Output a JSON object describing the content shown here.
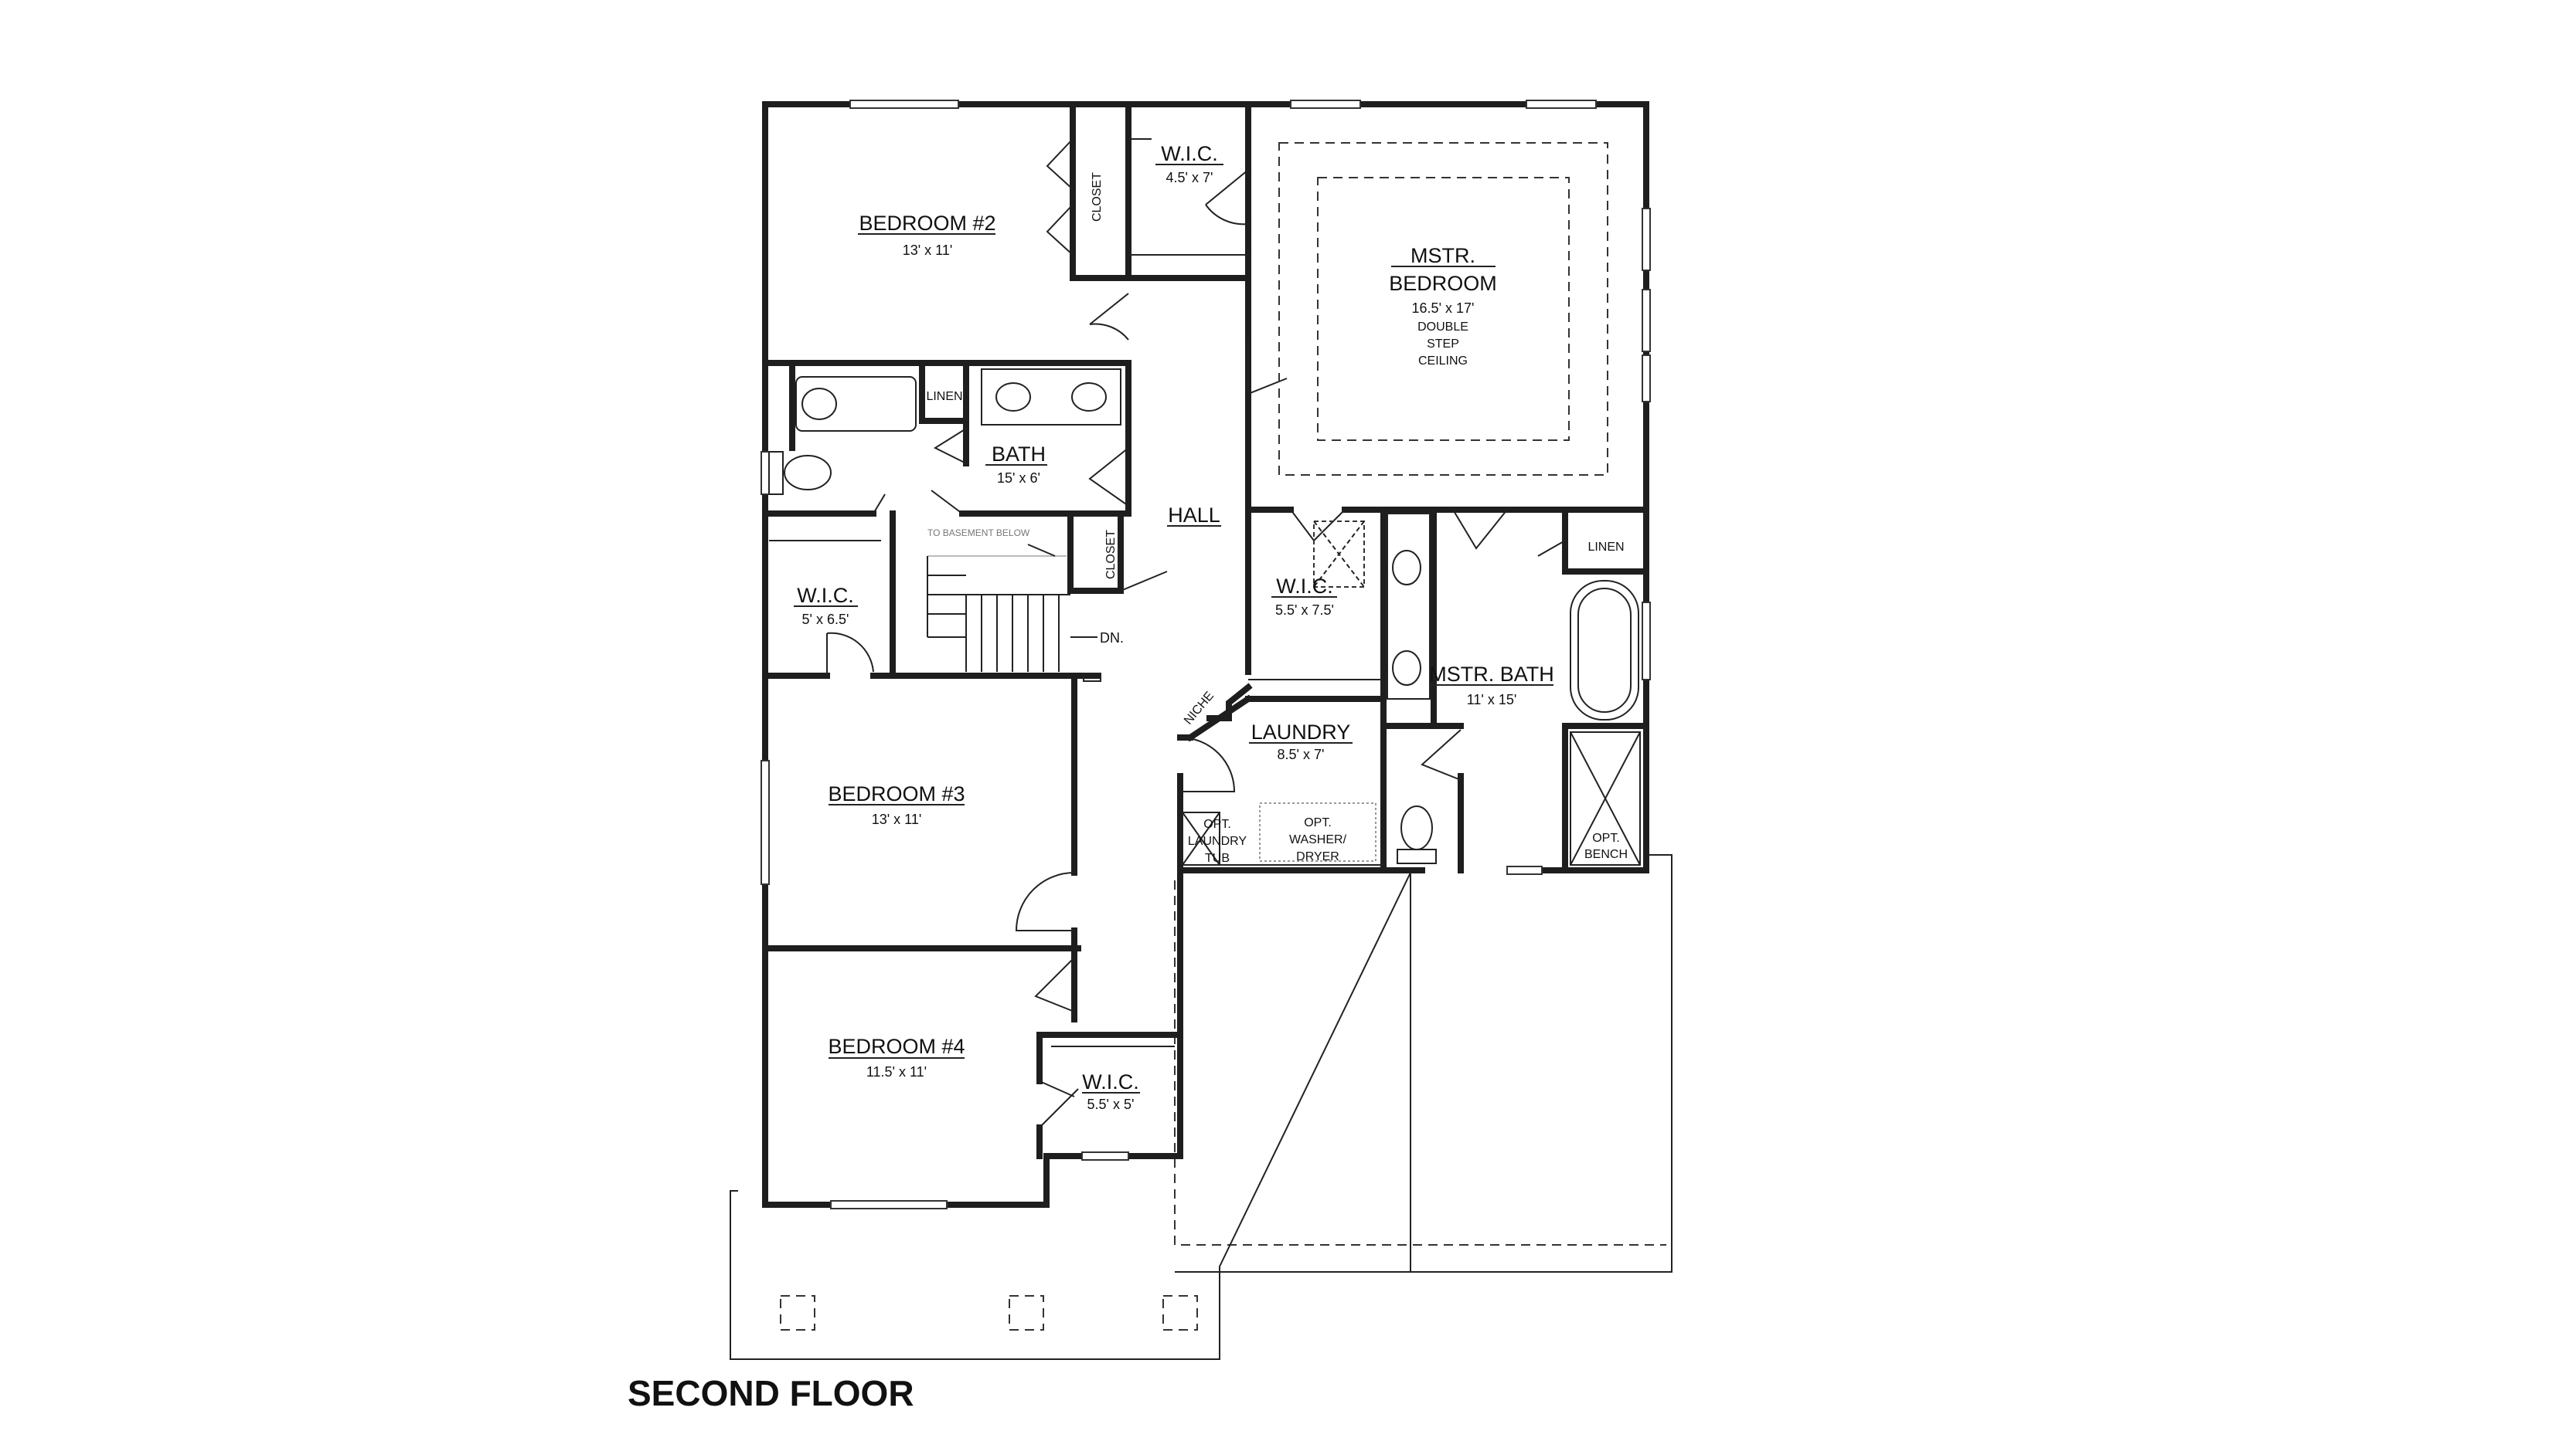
{
  "title": "SECOND FLOOR",
  "rooms": {
    "bedroom2": {
      "name": "BEDROOM #2",
      "dim": "13' x 11'"
    },
    "closet_b2": {
      "name": "CLOSET"
    },
    "wic_top": {
      "name": "W.I.C.",
      "dim": "4.5' x 7'"
    },
    "master": {
      "name_line1": "MSTR.",
      "name_line2": "BEDROOM",
      "dim": "16.5' x 17'",
      "note1": "DOUBLE",
      "note2": "STEP",
      "note3": "CEILING"
    },
    "linen_bath": {
      "name": "LINEN"
    },
    "bath": {
      "name": "BATH",
      "dim": "15' x 6'"
    },
    "hall": {
      "name": "HALL"
    },
    "closet_hall": {
      "name": "CLOSET"
    },
    "stair_note": "TO BASEMENT BELOW",
    "stair_dn": "DN.",
    "wic_left": {
      "name": "W.I.C.",
      "dim": "5' x 6.5'"
    },
    "wic_master": {
      "name": "W.I.C.",
      "dim": "5.5' x 7.5'"
    },
    "niche": {
      "name": "NICHE"
    },
    "laundry": {
      "name": "LAUNDRY",
      "dim": "8.5' x 7'"
    },
    "laundry_tub": {
      "line1": "OPT.",
      "line2": "LAUNDRY",
      "line3": "TUB"
    },
    "washer": {
      "line1": "OPT.",
      "line2": "WASHER/",
      "line3": "DRYER"
    },
    "master_bath": {
      "name": "MSTR. BATH",
      "dim": "11' x 15'"
    },
    "linen_master": {
      "name": "LINEN"
    },
    "bench": {
      "line1": "OPT.",
      "line2": "BENCH"
    },
    "bedroom3": {
      "name": "BEDROOM #3",
      "dim": "13' x 11'"
    },
    "bedroom4": {
      "name": "BEDROOM #4",
      "dim": "11.5' x 11'"
    },
    "wic_b4": {
      "name": "W.I.C.",
      "dim": "5.5' x 5'"
    }
  }
}
